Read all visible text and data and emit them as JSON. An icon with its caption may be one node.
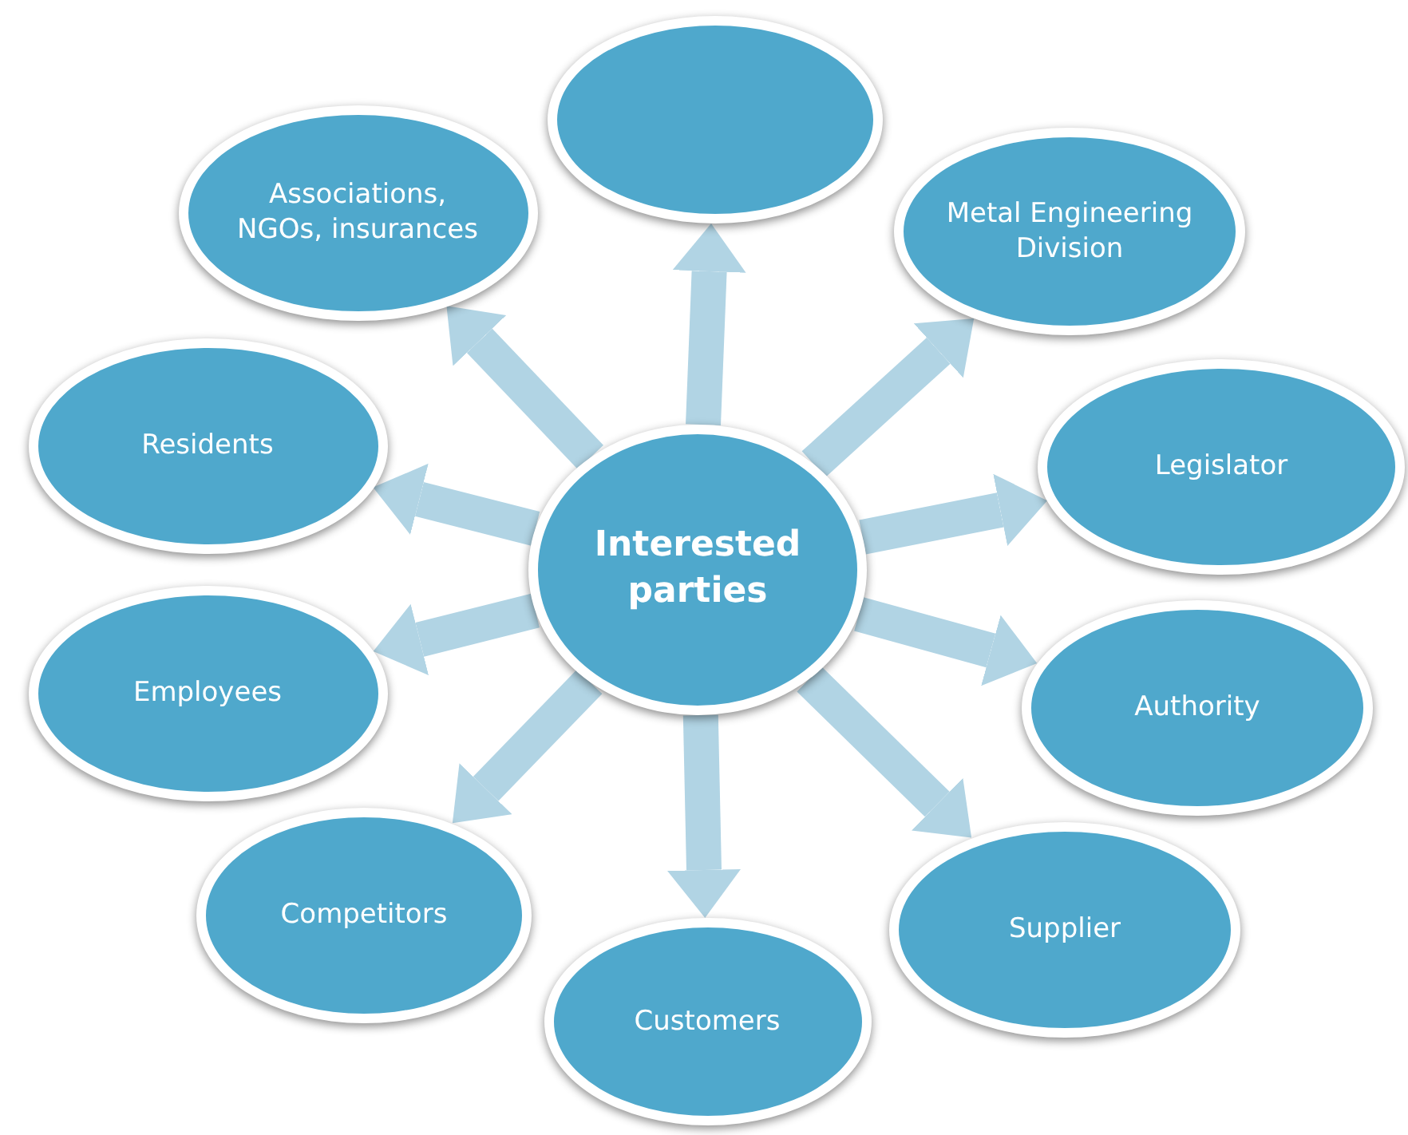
{
  "diagram": {
    "nodes": [
      {
        "text": [
          "Interested parties"
        ]
      },
      {
        "text": [],
        "shape": "ellipse"
      },
      {
        "text": [
          "Metal Engineering Division"
        ]
      },
      {
        "text": [
          "Legislator"
        ]
      },
      {
        "text": [
          "Authority"
        ]
      },
      {
        "text": [
          "Supplier"
        ]
      },
      {
        "text": [
          "Customers"
        ]
      },
      {
        "text": [
          "Competitors"
        ]
      },
      {
        "text": [
          "Employees"
        ]
      },
      {
        "text": [
          "Residents"
        ]
      },
      {
        "text": [
          "Associations, NGOs, insurances"
        ]
      }
    ],
    "edges": [
      {
        "from": 0,
        "to": 1,
        "arrow": "to"
      },
      {
        "from": 0,
        "to": 2,
        "arrow": "to"
      },
      {
        "from": 0,
        "to": 3,
        "arrow": "to"
      },
      {
        "from": 0,
        "to": 4,
        "arrow": "to"
      },
      {
        "from": 0,
        "to": 5,
        "arrow": "to"
      },
      {
        "from": 0,
        "to": 6,
        "arrow": "to"
      },
      {
        "from": 0,
        "to": 7,
        "arrow": "to"
      },
      {
        "from": 0,
        "to": 8,
        "arrow": "to"
      },
      {
        "from": 0,
        "to": 9,
        "arrow": "to"
      },
      {
        "from": 0,
        "to": 10,
        "arrow": "to"
      }
    ]
  }
}
